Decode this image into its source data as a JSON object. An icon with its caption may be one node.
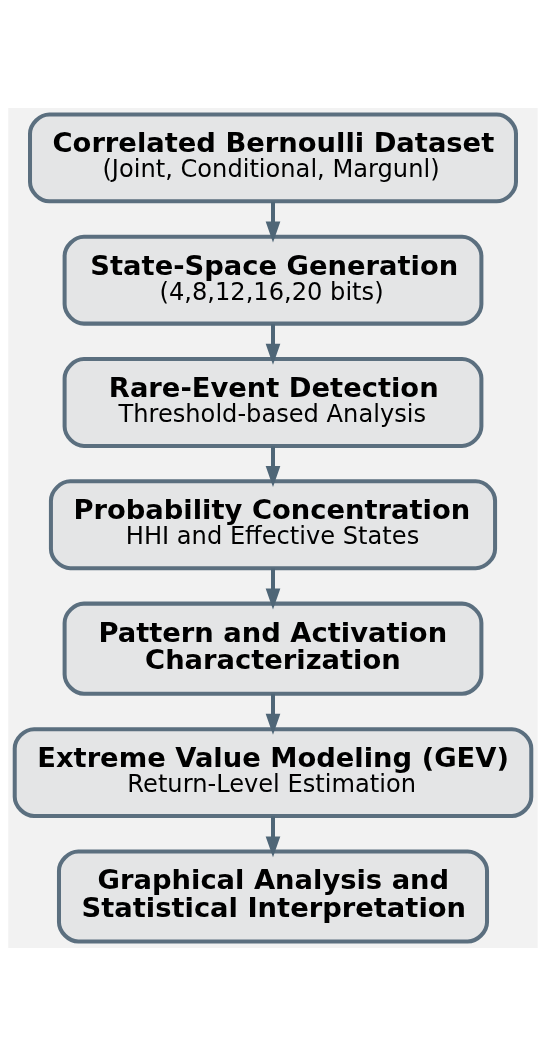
{
  "diagram": {
    "nodes": [
      {
        "text": [
          "Correlated Bernoulli Dataset",
          "(Joint, Conditional, Margunl)"
        ]
      },
      {
        "text": [
          "State-Space Generation",
          "(4,8,12,16,20 bits)"
        ]
      },
      {
        "text": [
          "Rare-Event Detection",
          "Threshold-based Analysis"
        ]
      },
      {
        "text": [
          "Probability Concentration",
          "HHI and Effective States"
        ]
      },
      {
        "text": [
          "Pattern and Activation Characterization"
        ]
      },
      {
        "text": [
          "Extreme Value Modeling (GEV)",
          "Return-Level Estimation"
        ]
      },
      {
        "text": [
          "Graphical Analysis and Statistical Interpretation"
        ]
      }
    ],
    "edges": [
      {
        "from": 0,
        "to": 1,
        "arrow": "to"
      },
      {
        "from": 1,
        "to": 2,
        "arrow": "to"
      },
      {
        "from": 2,
        "to": 3,
        "arrow": "to"
      },
      {
        "from": 3,
        "to": 4,
        "arrow": "to"
      },
      {
        "from": 4,
        "to": 5,
        "arrow": "to"
      },
      {
        "from": 5,
        "to": 6,
        "arrow": "to"
      }
    ]
  }
}
